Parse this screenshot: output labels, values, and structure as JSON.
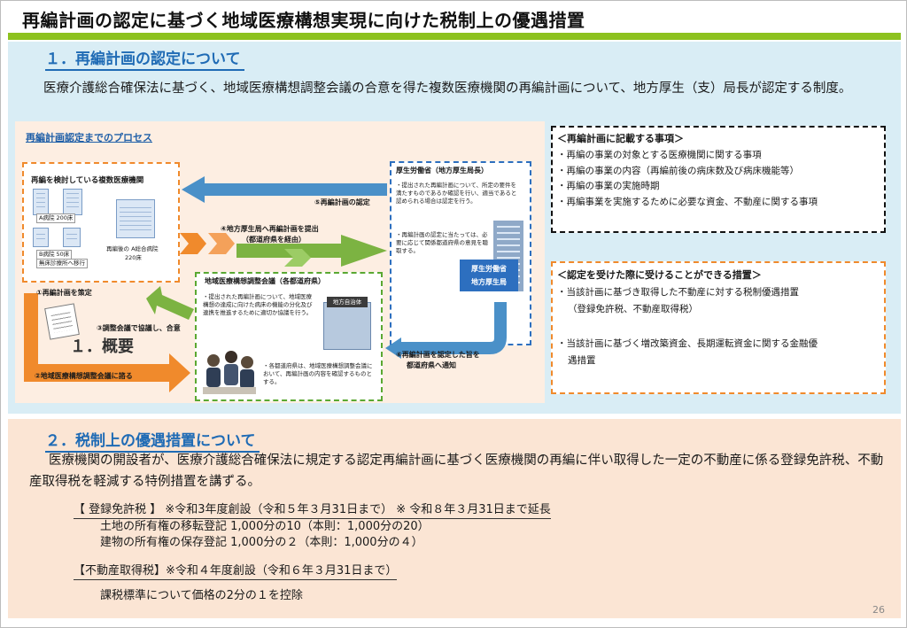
{
  "title": "再編計画の認定に基づく地域医療構想実現に向けた税制上の優遇措置",
  "section1": {
    "heading": "１．再編計画の認定について",
    "body": "医療介護総合確保法に基づく、地域医療構想調整会議の合意を得た複数医療機関の再編計画について、地方厚生（支）局長が認定する制度。",
    "process": {
      "title": "再編計画認定までのプロセス",
      "hospitals": {
        "title": "再編を検討している複数医療機関",
        "a_label": "A病院 200床",
        "b_label": "B病院 50床",
        "b_sub": "無床診療所へ移行",
        "merged_label": "再編後の A総合病院",
        "merged_sub": "220床"
      },
      "mhlw": {
        "title": "厚生労働省（地方厚生局長）",
        "text1": "・提出された再編計画について、所定の要件を満たすものであるか確認を行い、適当であると認められる場合は認定を行う。",
        "text2": "・再編計画の認定に当たっては、必要に応じて関係都道府県の意見を聴取する。",
        "sign_line1": "厚生労働省",
        "sign_line2": "地方厚生局"
      },
      "council": {
        "title": "地域医療構想調整会議（各都道府県）",
        "text1": "・提出された再編計画について、地域医療構想の達成に向けた病床の機能の分化及び連携を推進するために適切か協議を行う。",
        "text2": "・各都道府県は、地域医療構想調整会議において、再編計画の内容を確認するものとする。",
        "pref_sign": "地方自治体"
      },
      "steps": {
        "s1": "①再編計画を策定",
        "s2": "②地域医療構想調整会議に諮る",
        "s3": "③調整会議で協議し、合意",
        "s4_line1": "④地方厚生局へ再編計画を提出",
        "s4_line2": "（都道府県を経由）",
        "s5": "⑤再編計画の認定",
        "s6_line1": "⑥再編計画を認定した旨を",
        "s6_line2": "都道府県へ通知"
      },
      "overview_tag": "１．概要"
    },
    "plan_items": {
      "title": "＜再編計画に記載する事項＞",
      "items": [
        "・再編の事業の対象とする医療機関に関する事項",
        "・再編の事業の内容（再編前後の病床数及び病床機能等）",
        "・再編の事業の実施時期",
        "・再編事業を実施するために必要な資金、不動産に関する事項"
      ]
    },
    "benefits": {
      "title": "＜認定を受けた際に受けることができる措置＞",
      "item1_line1": "・当該計画に基づき取得した不動産に対する税制優遇措置",
      "item1_line2": "（登録免許税、不動産取得税）",
      "item2_line1": "・当該計画に基づく増改築資金、長期運転資金に関する金融優",
      "item2_line2": "遇措置"
    }
  },
  "section2": {
    "heading": "２．税制上の優遇措置について",
    "body": "医療機関の開設者が、医療介護総合確保法に規定する認定再編計画に基づく医療機関の再編に伴い取得した一定の不動産に係る登録免許税、不動産取得税を軽減する特例措置を講ずる。",
    "registration": {
      "head": "【 登録免許税 】 ※令和3年度創設（令和５年３月31日まで） ※ 令和８年３月31日まで延長",
      "line1": "土地の所有権の移転登記 1,000分の10（本則：1,000分の20）",
      "line2": "建物の所有権の保存登記 1,000分の２（本則：1,000分の４）"
    },
    "acquisition": {
      "head": "【不動産取得税】※令和４年度創設（令和６年３月31日まで）",
      "line1": "課税標準について価格の2分の１を控除"
    }
  },
  "page_number": "26",
  "colors": {
    "accent_green": "#8dc21f",
    "heading_blue": "#1f6bb5",
    "section1_bg": "#d9edf5",
    "section2_bg": "#fbe5d4",
    "arrow_orange": "#f08a2c",
    "arrow_green": "#7cb342",
    "arrow_blue": "#4a90c8"
  }
}
